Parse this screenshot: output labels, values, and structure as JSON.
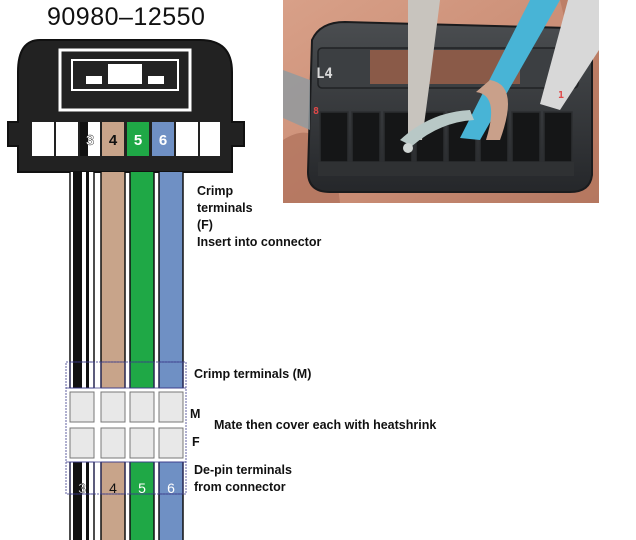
{
  "part_number": "90980–12550",
  "connector": {
    "pins": [
      {
        "label": "3",
        "wire": "black-white"
      },
      {
        "label": "4",
        "wire": "tan",
        "color": "#c8a48a"
      },
      {
        "label": "5",
        "wire": "green",
        "color": "#1fa846"
      },
      {
        "label": "6",
        "wire": "blue",
        "color": "#6f90c4"
      }
    ]
  },
  "notes": {
    "crimp_f_line1": "Crimp",
    "crimp_f_line2": "terminals",
    "crimp_f_line3": "(F)",
    "crimp_f_line4": "Insert into connector",
    "crimp_m": "Crimp terminals (M)",
    "label_m": "M",
    "label_f": "F",
    "mate": "Mate then cover each with heatshrink",
    "depin_line1": "De-pin terminals",
    "depin_line2": "from connector"
  },
  "photo": {
    "label_l4": "L4",
    "label_8": "8",
    "label_1": "1"
  }
}
